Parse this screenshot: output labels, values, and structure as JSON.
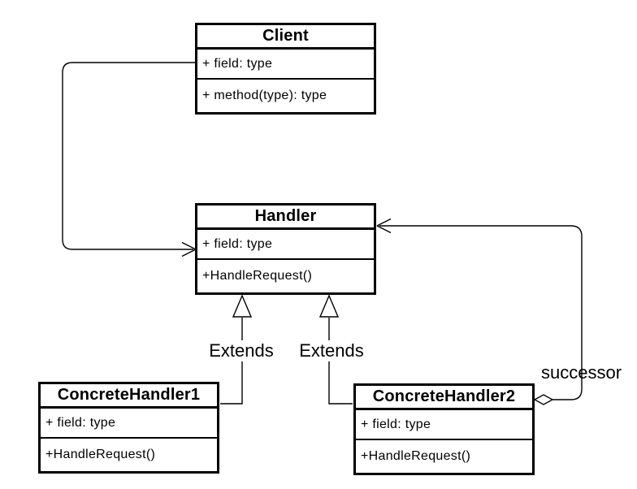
{
  "diagram": {
    "background_color": "#ffffff",
    "line_color": "#000000",
    "text_color": "#000000"
  },
  "classes": {
    "client": {
      "name": "Client",
      "attributes": [
        "+ field: type"
      ],
      "methods": [
        "+ method(type): type"
      ]
    },
    "handler": {
      "name": "Handler",
      "attributes": [
        "+ field: type"
      ],
      "methods": [
        "+HandleRequest()"
      ]
    },
    "concrete_handler_1": {
      "name": "ConcreteHandler1",
      "attributes": [
        "+ field: type"
      ],
      "methods": [
        "+HandleRequest()"
      ]
    },
    "concrete_handler_2": {
      "name": "ConcreteHandler2",
      "attributes": [
        "+ field: type"
      ],
      "methods": [
        "+HandleRequest()"
      ]
    }
  },
  "relationships": {
    "client_handler_association": {
      "type": "directed-association",
      "from": "Client",
      "to": "Handler",
      "label": ""
    },
    "ch1_generalization": {
      "type": "generalization",
      "from": "ConcreteHandler1",
      "to": "Handler",
      "label": "Extends"
    },
    "ch2_generalization": {
      "type": "generalization",
      "from": "ConcreteHandler2",
      "to": "Handler",
      "label": "Extends"
    },
    "successor_aggregation": {
      "type": "aggregation",
      "from": "ConcreteHandler2",
      "to": "Handler",
      "label": "successor"
    }
  }
}
